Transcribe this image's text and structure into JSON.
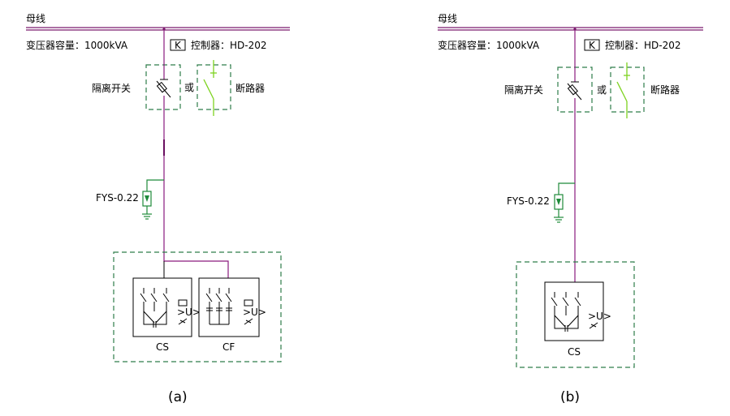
{
  "panels": [
    {
      "id": "a",
      "bus_label": "母线",
      "transformer_label": "变压器容量：1000kVA",
      "controller_tag": "K",
      "controller_label": "控制器：HD-202",
      "isolator_label": "隔离开关",
      "or_label": "或",
      "breaker_label": "断路器",
      "arrester_label": "FYS-0.22",
      "modules": [
        "CS",
        "CF"
      ],
      "caption": "(a)"
    },
    {
      "id": "b",
      "bus_label": "母线",
      "transformer_label": "变压器容量：1000kVA",
      "controller_tag": "K",
      "controller_label": "控制器：HD-202",
      "isolator_label": "隔离开关",
      "or_label": "或",
      "breaker_label": "断路器",
      "arrester_label": "FYS-0.22",
      "modules": [
        "CS"
      ],
      "caption": "(b)"
    }
  ],
  "colors": {
    "bus": "#7a1a6e",
    "feeder": "#8a1a7e",
    "dashed_box": "#2e7d4a",
    "arrester": "#1f8a3a",
    "breaker": "#7ed321"
  }
}
